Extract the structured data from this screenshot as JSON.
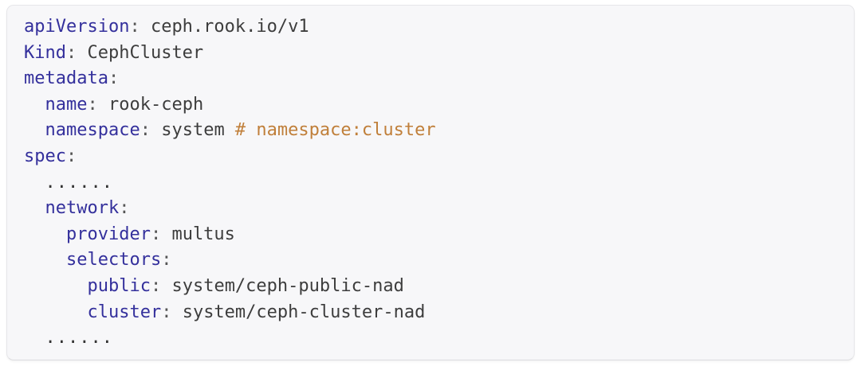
{
  "code_block": {
    "language": "yaml",
    "colors": {
      "page_background": "#ffffff",
      "block_background": "#f7f7f9",
      "block_border": "#e6e6e9",
      "block_border_bottom": "#dcdcdf",
      "key": "#34309c",
      "value": "#3d3d3d",
      "punctuation": "#555555",
      "comment": "#c07f3a",
      "ellipsis": "#333333"
    },
    "lines": [
      {
        "indent": 0,
        "key": "apiVersion",
        "value": "ceph.rook.io/v1"
      },
      {
        "indent": 0,
        "key": "Kind",
        "value": "CephCluster"
      },
      {
        "indent": 0,
        "key": "metadata",
        "value": ""
      },
      {
        "indent": 2,
        "key": "name",
        "value": "rook-ceph"
      },
      {
        "indent": 2,
        "key": "namespace",
        "value": "system",
        "comment": "# namespace:cluster"
      },
      {
        "indent": 0,
        "key": "spec",
        "value": ""
      },
      {
        "indent": 2,
        "ellipsis": "......"
      },
      {
        "indent": 2,
        "key": "network",
        "value": ""
      },
      {
        "indent": 4,
        "key": "provider",
        "value": "multus"
      },
      {
        "indent": 4,
        "key": "selectors",
        "value": ""
      },
      {
        "indent": 6,
        "key": "public",
        "value": "system/ceph-public-nad"
      },
      {
        "indent": 6,
        "key": "cluster",
        "value": "system/ceph-cluster-nad"
      },
      {
        "indent": 2,
        "ellipsis": "......"
      }
    ]
  }
}
